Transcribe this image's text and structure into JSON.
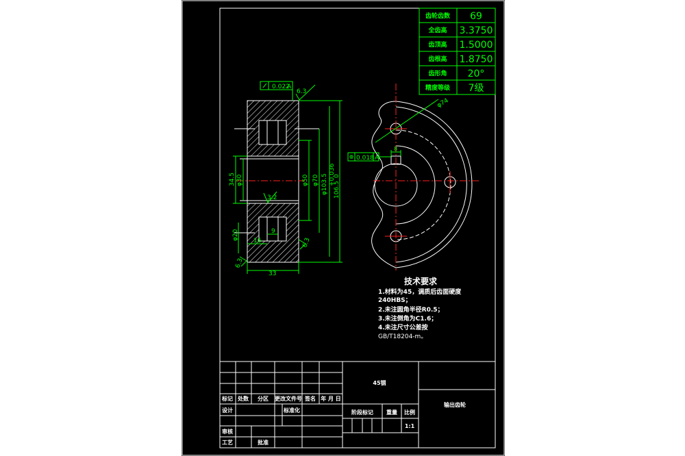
{
  "gear_table": {
    "rows": [
      {
        "label": "齿轮齿数",
        "value": "69"
      },
      {
        "label": "全齿高",
        "value": "3.3750"
      },
      {
        "label": "齿顶高",
        "value": "1.5000"
      },
      {
        "label": "齿根高",
        "value": "1.8750"
      },
      {
        "label": "齿形角",
        "value": "20°"
      },
      {
        "label": "精度等级",
        "value": "7级"
      }
    ]
  },
  "section_view": {
    "runout_tolerance": "0.022",
    "runout_datum": "A",
    "roughness_top": "6.3",
    "roughness_mid": "3.2",
    "roughness_right": "6.3",
    "roughness_left": "6.3",
    "dim_34_5": "34.5",
    "dim_d30": "φ30",
    "dim_d50": "φ50",
    "dim_d70": "φ70",
    "dim_d103_5": "φ103.5",
    "dim_d106_5": "106.5",
    "dim_tol": "+0.036",
    "dim_tol_low": "0",
    "dim_d20": "φ20",
    "dim_16": "16",
    "dim_9": "9",
    "dim_33": "33"
  },
  "front_view": {
    "dim_d74": "φ74",
    "symmetry_tolerance": "0.018",
    "symmetry_datum": "A",
    "keyway_width": "8"
  },
  "tech_requirements": {
    "title": "技术要求",
    "lines": [
      "1.材料为45，调质后齿面硬度",
      "240HBS；",
      "2.未注圆角半径R0.5；",
      "3.未注倒角为C1.6；",
      "4.未注尺寸公差按",
      "GB/T18204-m。"
    ]
  },
  "title_block": {
    "material": "45钢",
    "part_name": "输出齿轮",
    "h_mark": "标记",
    "h_count": "处数",
    "h_zone": "分区",
    "h_docno": "更改文件号",
    "h_sign": "签名",
    "h_date": "年 月 日",
    "design": "设计",
    "standardize": "标准化",
    "stage_mark": "阶段标记",
    "weight": "重量",
    "scale": "比例",
    "scale_value": "1:1",
    "review": "审核",
    "process": "工艺",
    "approve": "批准"
  }
}
